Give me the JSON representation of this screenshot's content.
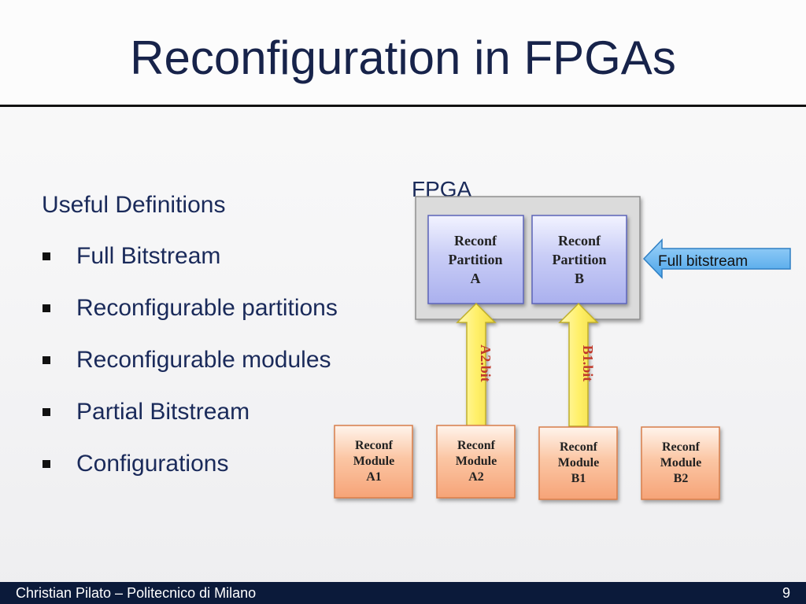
{
  "slide": {
    "title": "Reconfiguration in FPGAs"
  },
  "content": {
    "heading": "Useful Definitions",
    "bullets": [
      {
        "text": "Full Bitstream"
      },
      {
        "text": "Reconfigurable partitions"
      },
      {
        "text": "Reconfigurable modules"
      },
      {
        "text": "Partial Bitstream"
      },
      {
        "text": "Configurations"
      }
    ]
  },
  "diagram": {
    "fpga_label": "FPGA",
    "partitions": [
      {
        "line1": "Reconf",
        "line2": "Partition",
        "line3": "A"
      },
      {
        "line1": "Reconf",
        "line2": "Partition",
        "line3": "B"
      }
    ],
    "full_bitstream_label": "Full bitstream",
    "partial_bitstreams": [
      {
        "label": "A2.bit"
      },
      {
        "label": "B1.bit"
      }
    ],
    "modules": [
      {
        "line1": "Reconf",
        "line2": "Module",
        "line3": "A1"
      },
      {
        "line1": "Reconf",
        "line2": "Module",
        "line3": "A2"
      },
      {
        "line1": "Reconf",
        "line2": "Module",
        "line3": "B1"
      },
      {
        "line1": "Reconf",
        "line2": "Module",
        "line3": "B2"
      }
    ],
    "colors": {
      "fpga_fill": "#d9d9d9",
      "partition_fill": "#c3c8f4",
      "module_fill": "#f9b38c",
      "bit_arrow_fill": "#fff27a",
      "full_arrow_fill": "#5fb0ec"
    }
  },
  "footer": {
    "text": "Christian Pilato – Politecnico di Milano",
    "page_number": "9"
  }
}
